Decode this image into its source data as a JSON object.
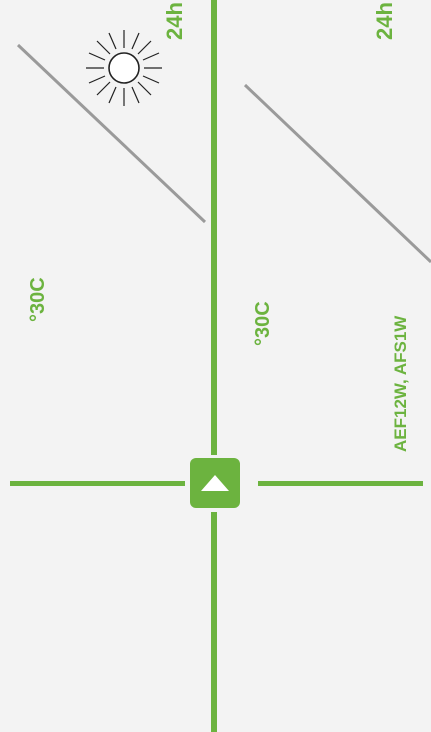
{
  "labels": {
    "dry_time_left": "24h",
    "dry_time_right": "24h",
    "wash_temp_left": "°30C",
    "wash_temp_right": "°30C",
    "filter_models": "AEF12W, AFS1W"
  },
  "colors": {
    "accent_green": "#6cb33f",
    "dark_green": "#3f7a21",
    "background": "#f3f3f3",
    "line_gray": "#9a9a9a",
    "outline": "#222222"
  },
  "icons": {
    "divider_button": "triangle-up-icon"
  }
}
